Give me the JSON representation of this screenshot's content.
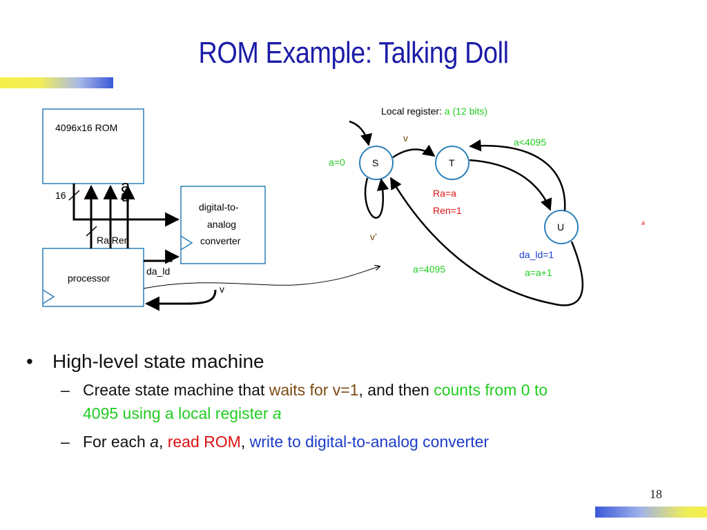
{
  "slide": {
    "title": "ROM Example: Talking Doll",
    "page_number": "18",
    "accent_colors": {
      "title": "#1c1ca8",
      "bar_yellow": "#f4f04a",
      "bar_blue": "#3b58d8"
    }
  },
  "diagram": {
    "rom_label": "4096x16 ROM",
    "bus_width": "16",
    "addr_label_a": "a",
    "addr_label_d": "d",
    "ra_ren_label": "Ra Ren",
    "dac_line1": "digital-to-",
    "dac_line2": "analog",
    "dac_line3": "converter",
    "processor_label": "processor",
    "da_ld_label": "da_ld",
    "v_label": "v",
    "local_register_prefix": "Local register: ",
    "local_register_value": "a (12 bits)",
    "state_s": "S",
    "state_t": "T",
    "state_u": "U",
    "trans_v": "v",
    "trans_v_not": "v’",
    "action_a0": "a=0",
    "trans_a_lt": "a<4095",
    "action_ra": "Ra=a",
    "action_ren": "Ren=1",
    "action_da_ld": "da_ld=1",
    "action_a_inc": "a=a+1",
    "trans_a_eq": "a=4095",
    "stray_a": "a",
    "colors": {
      "green": "#22cc22",
      "red": "#dd1111",
      "blue": "#1c3cc8",
      "brown": "#7a4a12",
      "state_ring": "#2a7fb8"
    }
  },
  "bullets": {
    "main": "High-level state machine",
    "sub1_part1": "Create state machine that ",
    "sub1_part2": "waits for v=1",
    "sub1_part3": ", and then ",
    "sub1_part4": "counts from 0 to",
    "sub1_line2": "4095 using a local register ",
    "sub1_line2_italic": "a",
    "sub2_part1": "For each ",
    "sub2_part2": "a",
    "sub2_part3": ", ",
    "sub2_part4": "read ROM",
    "sub2_part5": ", ",
    "sub2_part6": "write to digital-to-analog converter"
  }
}
